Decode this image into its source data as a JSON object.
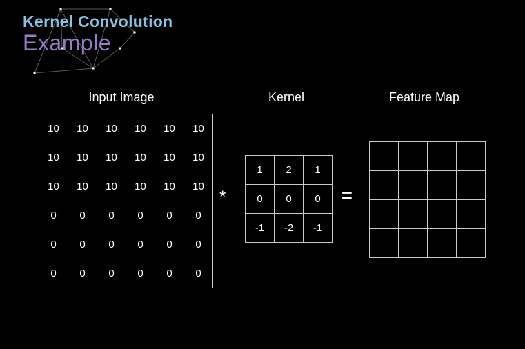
{
  "title": {
    "heading": "Kernel Convolution",
    "subheading": "Example"
  },
  "colors": {
    "background": "#000000",
    "heading_blue": "#85c3e6",
    "subheading_purple": "#9a7bc8",
    "grid_line": "#c9c9c9",
    "cell_text": "#ffffff",
    "constellation_line": "#5a5a5a",
    "constellation_node": "#ffffff"
  },
  "sections": {
    "input_image": {
      "label": "Input Image",
      "grid": [
        [
          "10",
          "10",
          "10",
          "10",
          "10",
          "10"
        ],
        [
          "10",
          "10",
          "10",
          "10",
          "10",
          "10"
        ],
        [
          "10",
          "10",
          "10",
          "10",
          "10",
          "10"
        ],
        [
          "0",
          "0",
          "0",
          "0",
          "0",
          "0"
        ],
        [
          "0",
          "0",
          "0",
          "0",
          "0",
          "0"
        ],
        [
          "0",
          "0",
          "0",
          "0",
          "0",
          "0"
        ]
      ]
    },
    "kernel": {
      "label": "Kernel",
      "grid": [
        [
          "1",
          "2",
          "1"
        ],
        [
          "0",
          "0",
          "0"
        ],
        [
          "-1",
          "-2",
          "-1"
        ]
      ]
    },
    "feature_map": {
      "label": "Feature Map",
      "grid": [
        [
          "",
          "",
          "",
          ""
        ],
        [
          "",
          "",
          "",
          ""
        ],
        [
          "",
          "",
          "",
          ""
        ],
        [
          "",
          "",
          "",
          ""
        ]
      ]
    }
  },
  "operators": {
    "convolve": "*",
    "equals": "="
  }
}
